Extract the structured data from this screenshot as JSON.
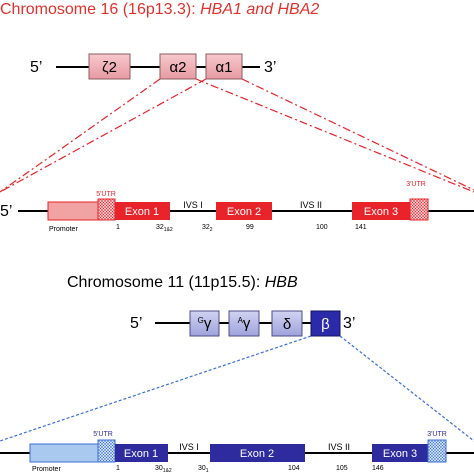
{
  "colors": {
    "alpha_title": "#e0312d",
    "alpha_box_fill": "#f2b6bb",
    "alpha_exon": "#e8232a",
    "alpha_promoter": "#f1a3a3",
    "alpha_dash": "#e8232a",
    "beta_box_fill": "#b6b9e6",
    "beta_box_selected": "#2b2aa8",
    "beta_exon": "#2d2b9e",
    "beta_promoter": "#a9c9ee",
    "beta_dash": "#3a6fd8",
    "line": "#000000"
  },
  "alpha": {
    "title_prefix": "Chromosome 16 (16p13.3): ",
    "title_genes": "HBA1 and HBA2",
    "five_prime": "5’",
    "three_prime": "3’",
    "genes": [
      {
        "label": "ζ2"
      },
      {
        "label": "α2"
      },
      {
        "label": "α1"
      }
    ],
    "structure": {
      "five_prime": "5’",
      "utr5": "5'UTR",
      "utr3": "3'UTR",
      "promoter": "Promoter",
      "exons": [
        "Exon 1",
        "Exon 2",
        "Exon 3"
      ],
      "introns": [
        "IVS I",
        "IVS II"
      ],
      "positions": {
        "p1": "1",
        "p32_main": "32",
        "p32_sub": "1&2",
        "p32b_main": "32",
        "p32b_sub": "2",
        "p99": "99",
        "p100": "100",
        "p141": "141"
      }
    }
  },
  "beta": {
    "title_prefix": "Chromosome 11 (11p15.5): ",
    "title_gene": "HBB",
    "five_prime": "5’",
    "three_prime": "3’",
    "genes": [
      {
        "sup": "G",
        "label": "γ"
      },
      {
        "sup": "A",
        "label": "γ"
      },
      {
        "sup": "",
        "label": "δ"
      },
      {
        "sup": "",
        "label": "β"
      }
    ],
    "structure": {
      "utr5": "5'UTR",
      "utr3": "3'UTR",
      "promoter": "Promoter",
      "exons": [
        "Exon 1",
        "Exon 2",
        "Exon 3"
      ],
      "introns": [
        "IVS I",
        "IVS II"
      ],
      "positions": {
        "p1": "1",
        "p30_main": "30",
        "p30_sub": "1&2",
        "p30b_main": "30",
        "p30b_sub": "1",
        "p104": "104",
        "p105": "105",
        "p146": "146"
      }
    }
  }
}
